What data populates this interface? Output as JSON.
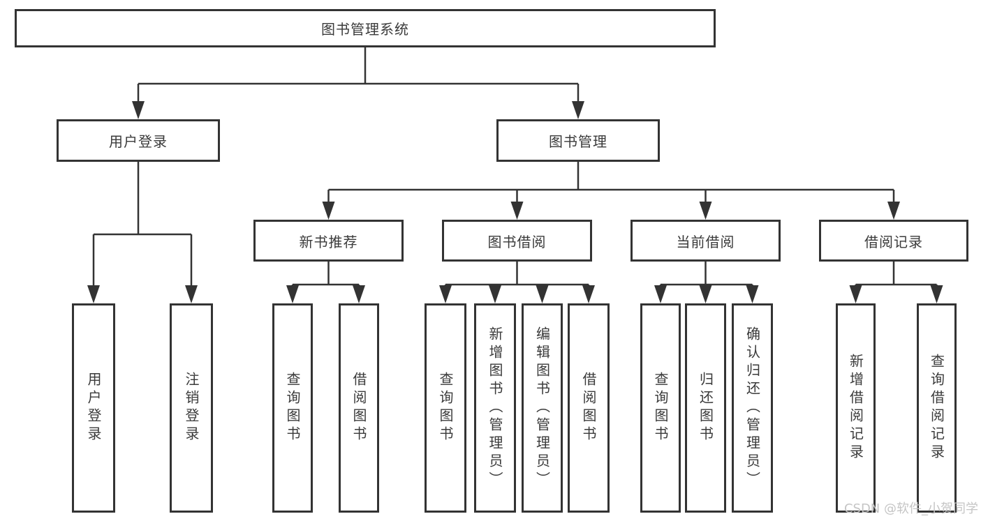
{
  "colors": {
    "line": "#333333",
    "text": "#3a3a3a",
    "box_background": "#ffffff",
    "watermark_text": "#c5c5c5"
  },
  "tree": {
    "label": "图书管理系统",
    "children": [
      {
        "label": "用户登录",
        "children": [
          {
            "label": "用户登录"
          },
          {
            "label": "注销登录"
          }
        ]
      },
      {
        "label": "图书管理",
        "children": [
          {
            "label": "新书推荐",
            "children": [
              {
                "label": "查询图书"
              },
              {
                "label": "借阅图书"
              }
            ]
          },
          {
            "label": "图书借阅",
            "children": [
              {
                "label": "查询图书"
              },
              {
                "label": "新增图书（管理员）"
              },
              {
                "label": "编辑图书（管理员）"
              },
              {
                "label": "借阅图书"
              }
            ]
          },
          {
            "label": "当前借阅",
            "children": [
              {
                "label": "查询图书"
              },
              {
                "label": "归还图书"
              },
              {
                "label": "确认归还（管理员）"
              }
            ]
          },
          {
            "label": "借阅记录",
            "children": [
              {
                "label": "新增借阅记录"
              },
              {
                "label": "查询借阅记录"
              }
            ]
          }
        ]
      }
    ]
  },
  "watermark": {
    "text": "CSDN @软件_小贺同学"
  }
}
